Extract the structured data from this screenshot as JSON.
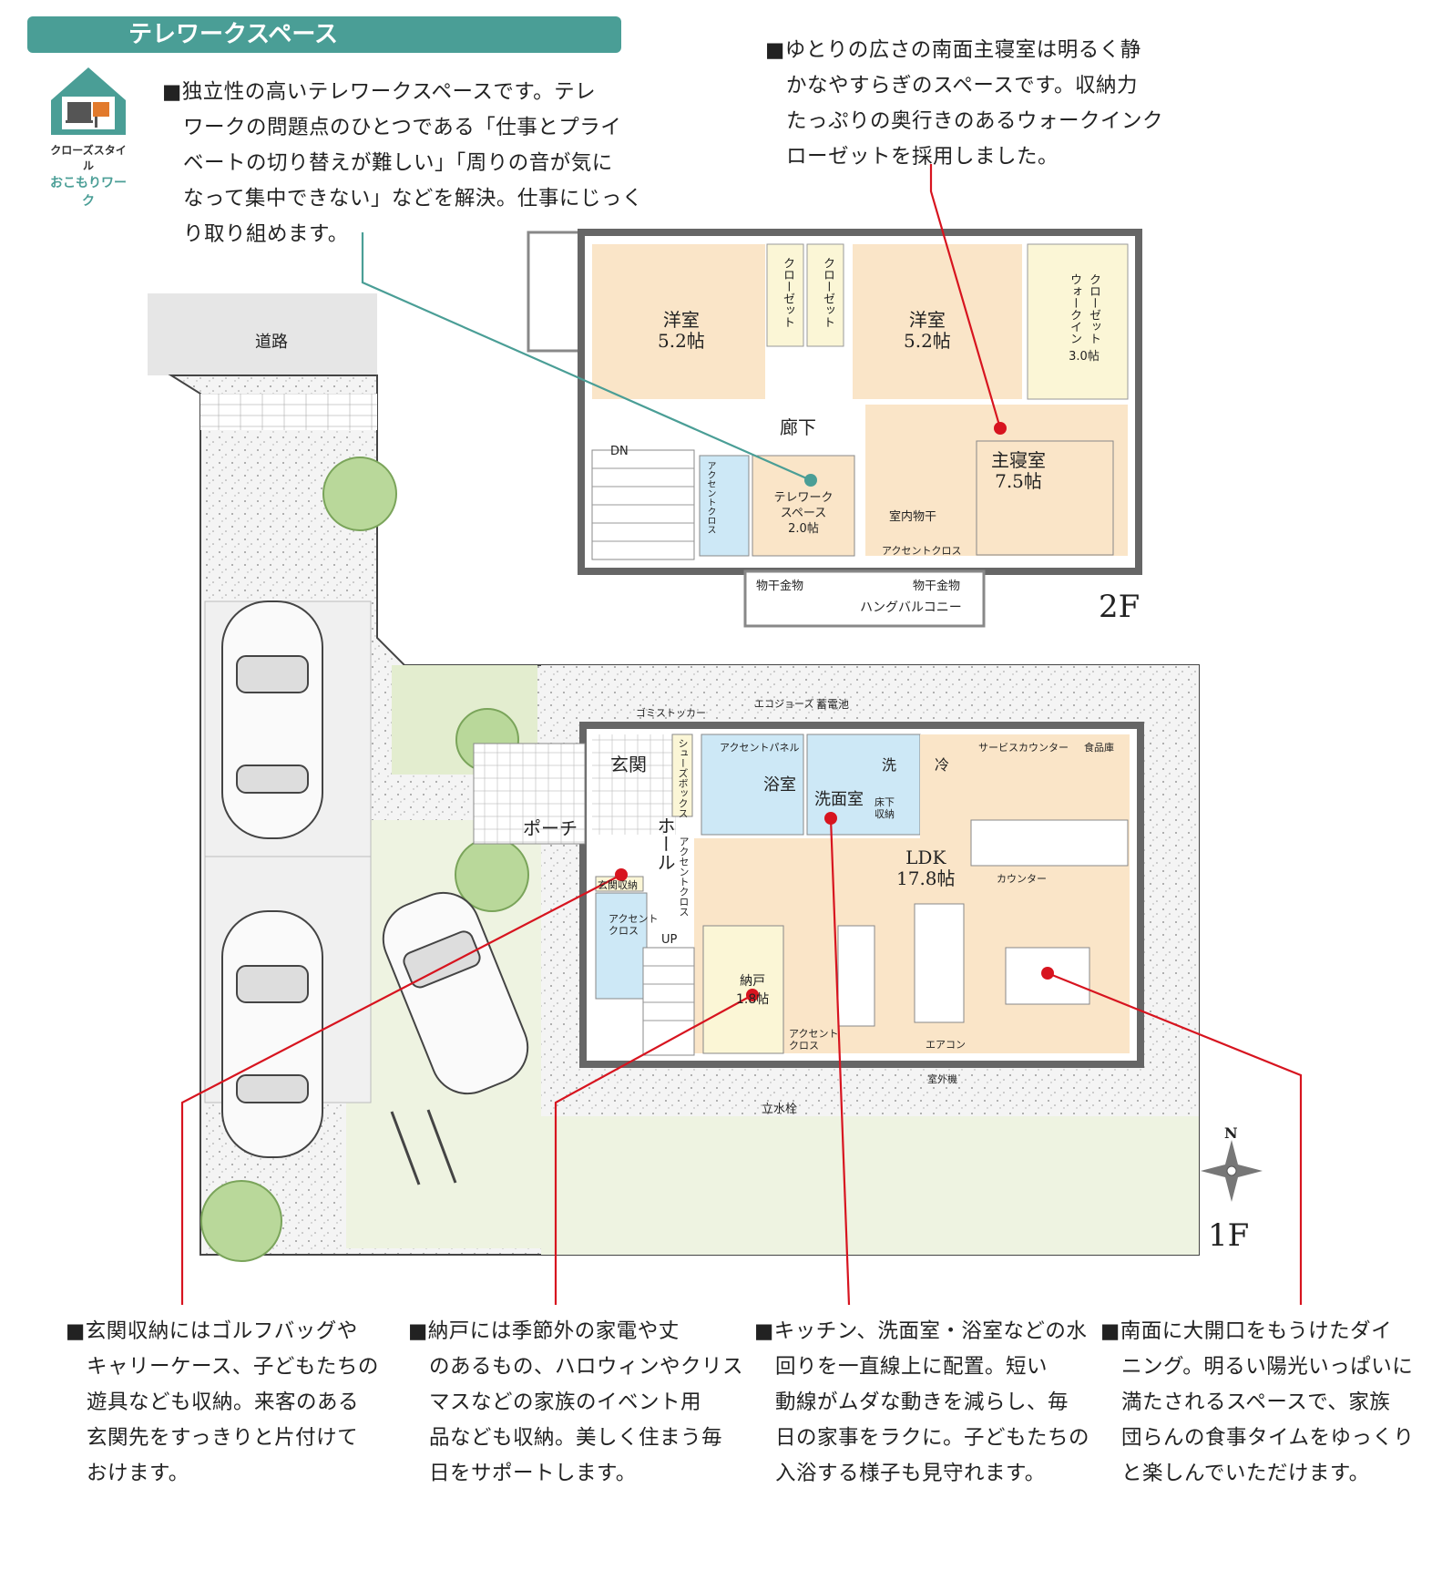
{
  "header": {
    "title": "テレワークスペース"
  },
  "badge": {
    "line1": "クローズスタイル",
    "line2": "おこもりワーク"
  },
  "notes": {
    "telework": "■独立性の高いテレワークスペースです。テレ\n　ワークの問題点のひとつである「仕事とプライ\n　ベートの切り替えが難しい」「周りの音が気に\n　なって集中できない」などを解決。仕事にじっく\n　り取り組めます。",
    "master": "■ゆとりの広さの南面主寝室は明るく静\n　かなやすらぎのスペースです。収納力\n　たっぷりの奥行きのあるウォークインク\n　ローゼットを採用しました。",
    "entrance": "■玄関収納にはゴルフバッグや\n　キャリーケース、子どもたちの\n　遊具なども収納。来客のある\n　玄関先をすっきりと片付けて\n　おけます。",
    "storage": "■納戸には季節外の家電や丈\n　のあるもの、ハロウィンやクリス\n　マスなどの家族のイベント用\n　品なども収納。美しく住まう毎\n　日をサポートします。",
    "kitchen": "■キッチン、洗面室・浴室などの水\n　回りを一直線上に配置。短い\n　動線がムダな動きを減らし、毎\n　日の家事をラクに。子どもたちの\n　入浴する様子も見守れます。",
    "dining": "■南面に大開口をもうけたダイ\n　ニング。明るい陽光いっぱいに\n　満たされるスペースで、家族\n　団らんの食事タイムをゆっくり\n　と楽しんでいただけます。"
  },
  "site": {
    "road": "道路",
    "compass": "N"
  },
  "floor2": {
    "label": "2F",
    "room1_name": "洋室",
    "room1_size": "5.2帖",
    "room2_name": "洋室",
    "room2_size": "5.2帖",
    "closet": "クローゼット",
    "wic_line1": "ウォークイン",
    "wic_line2": "クローゼット",
    "wic_size": "3.0帖",
    "hall": "廊下",
    "telework_line1": "テレワーク",
    "telework_line2": "スペース",
    "telework_size": "2.0帖",
    "master_name": "主寝室",
    "master_size": "7.5帖",
    "dryer": "室内物干",
    "accent": "アクセントクロス",
    "dn": "DN",
    "hanger": "物干金物",
    "balcony": "ハングバルコニー"
  },
  "floor1": {
    "label": "1F",
    "genkan": "玄関",
    "porch": "ポーチ",
    "hall": "ホール",
    "shoebox": "シューズボックス",
    "genkan_storage": "玄関収納",
    "accent": "アクセントクロス",
    "accent_a": "アクセント",
    "accent_b": "クロス",
    "up": "UP",
    "bath": "浴室",
    "accent_panel": "アクセントパネル",
    "washroom": "洗面室",
    "washer": "洗",
    "underfloor_a": "床下",
    "underfloor_b": "収納",
    "fridge": "冷",
    "service_counter": "サービスカウンター",
    "pantry": "食品庫",
    "counter": "カウンター",
    "ldk": "LDK",
    "ldk_size": "17.8帖",
    "nando": "納戸",
    "nando_size": "1.8帖",
    "aircon": "エアコン",
    "outdoor_unit": "室外機",
    "faucet": "立水栓",
    "garbage": "ゴミストッカー",
    "ecojoz": "エコジョーズ",
    "battery": "蓄電池"
  },
  "colors": {
    "teal": "#4a9e96",
    "room": "#fae5c8",
    "wet": "#cde8f6",
    "closet": "#fbf6d6",
    "wall": "#666666",
    "leader": "#d7141f",
    "grass": "#eef3e1"
  }
}
